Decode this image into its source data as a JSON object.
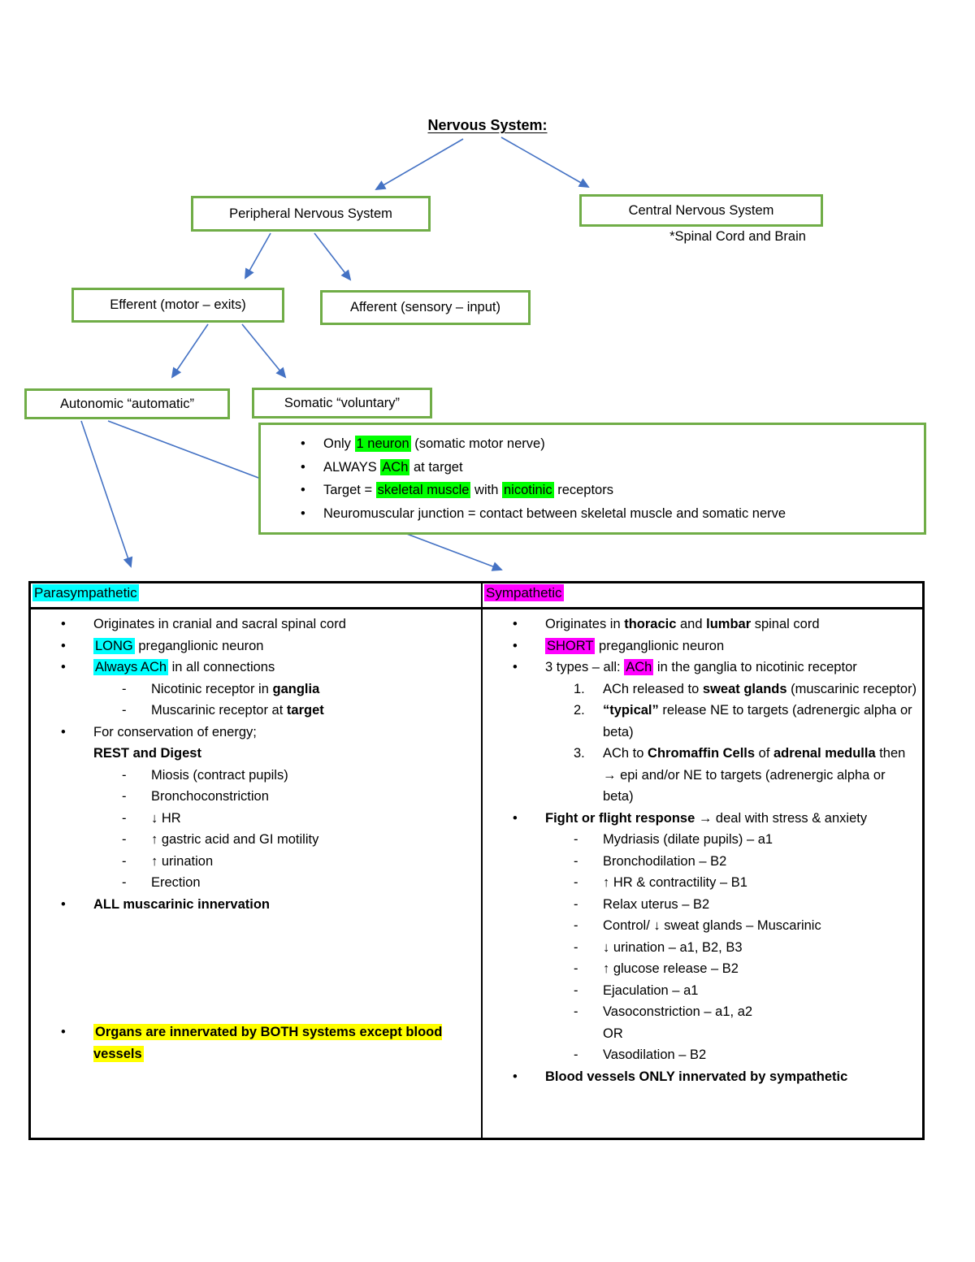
{
  "title": "Nervous System:",
  "colors": {
    "box_border_green": "#70AD47",
    "arrow_blue": "#4472C4",
    "table_border": "#000000",
    "highlight_green": "#00FF00",
    "highlight_cyan": "#00FFFF",
    "highlight_magenta": "#FF00FF",
    "highlight_yellow": "#FFFF00"
  },
  "tree": {
    "peripheral": {
      "label": "Peripheral Nervous System"
    },
    "central": {
      "label": "Central Nervous System",
      "subtitle": "*Spinal Cord and Brain"
    },
    "efferent": {
      "label": "Efferent (motor – exits)"
    },
    "afferent": {
      "label": "Afferent (sensory – input)"
    },
    "autonomic": {
      "label": "Autonomic “automatic”"
    },
    "somatic": {
      "label": "Somatic “voluntary”"
    }
  },
  "somatic_details": {
    "items": [
      {
        "marker": "•",
        "indent": 0,
        "segments": [
          {
            "t": "Only "
          },
          {
            "t": "1 neuron",
            "hl": "green"
          },
          {
            "t": " (somatic motor nerve)"
          }
        ]
      },
      {
        "marker": "•",
        "indent": 0,
        "segments": [
          {
            "t": "ALWAYS "
          },
          {
            "t": "ACh",
            "hl": "green"
          },
          {
            "t": " at target"
          }
        ]
      },
      {
        "marker": "•",
        "indent": 0,
        "segments": [
          {
            "t": "Target = "
          },
          {
            "t": "skeletal muscle",
            "hl": "green"
          },
          {
            "t": " with "
          },
          {
            "t": "nicotinic",
            "hl": "green"
          },
          {
            "t": " receptors"
          }
        ]
      },
      {
        "marker": "•",
        "indent": 0,
        "segments": [
          {
            "t": "Neuromuscular junction = contact between skeletal muscle and somatic nerve"
          }
        ]
      }
    ]
  },
  "comparison_table": {
    "left": {
      "header": "Parasympathetic",
      "items": [
        {
          "marker": "•",
          "indent": 0,
          "segments": [
            {
              "t": "Originates in cranial and sacral spinal cord"
            }
          ]
        },
        {
          "marker": "•",
          "indent": 0,
          "segments": [
            {
              "t": "LONG",
              "hl": "cyan"
            },
            {
              "t": " preganglionic neuron"
            }
          ]
        },
        {
          "marker": "•",
          "indent": 0,
          "segments": [
            {
              "t": "Always ACh",
              "hl": "cyan"
            },
            {
              "t": " in all connections"
            }
          ]
        },
        {
          "marker": "-",
          "indent": 1,
          "segments": [
            {
              "t": "Nicotinic receptor in "
            },
            {
              "t": "ganglia",
              "b": true
            }
          ]
        },
        {
          "marker": "-",
          "indent": 1,
          "segments": [
            {
              "t": "Muscarinic receptor at "
            },
            {
              "t": "target",
              "b": true
            }
          ]
        },
        {
          "marker": "•",
          "indent": 0,
          "segments": [
            {
              "t": "For conservation of energy;"
            }
          ]
        },
        {
          "marker": "",
          "indent": 0,
          "segments": [
            {
              "t": "REST and Digest",
              "b": true
            }
          ]
        },
        {
          "marker": "-",
          "indent": 1,
          "segments": [
            {
              "t": "Miosis (contract pupils)"
            }
          ]
        },
        {
          "marker": "-",
          "indent": 1,
          "segments": [
            {
              "t": "Bronchoconstriction"
            }
          ]
        },
        {
          "marker": "-",
          "indent": 1,
          "segments": [
            {
              "t": "↓ HR"
            }
          ]
        },
        {
          "marker": "-",
          "indent": 1,
          "segments": [
            {
              "t": "↑ gastric acid and GI motility"
            }
          ]
        },
        {
          "marker": "-",
          "indent": 1,
          "segments": [
            {
              "t": "↑ urination"
            }
          ]
        },
        {
          "marker": "-",
          "indent": 1,
          "segments": [
            {
              "t": "Erection"
            }
          ]
        },
        {
          "marker": "•",
          "indent": 0,
          "segments": [
            {
              "t": "ALL muscarinic innervation",
              "b": true
            }
          ]
        },
        {
          "marker": "•",
          "indent": 0,
          "gap": 131,
          "segments": [
            {
              "t": "Organs are innervated by BOTH systems except blood vessels",
              "b": true,
              "hl": "yellow"
            }
          ]
        }
      ]
    },
    "right": {
      "header": "Sympathetic",
      "items": [
        {
          "marker": "•",
          "indent": 0,
          "segments": [
            {
              "t": "Originates in "
            },
            {
              "t": "thoracic",
              "b": true
            },
            {
              "t": " and "
            },
            {
              "t": "lumbar",
              "b": true
            },
            {
              "t": " spinal cord"
            }
          ]
        },
        {
          "marker": "•",
          "indent": 0,
          "segments": [
            {
              "t": "SHORT",
              "hl": "magenta"
            },
            {
              "t": " preganglionic neuron"
            }
          ]
        },
        {
          "marker": "•",
          "indent": 0,
          "segments": [
            {
              "t": "3 types – all: "
            },
            {
              "t": "ACh",
              "hl": "magenta"
            },
            {
              "t": " in the ganglia to nicotinic receptor"
            }
          ]
        },
        {
          "marker": "1.",
          "indent": 1,
          "segments": [
            {
              "t": "ACh released to "
            },
            {
              "t": "sweat glands",
              "b": true
            },
            {
              "t": " (muscarinic receptor)"
            }
          ]
        },
        {
          "marker": "2.",
          "indent": 1,
          "segments": [
            {
              "t": "“typical”",
              "b": true
            },
            {
              "t": " release NE to targets (adrenergic alpha or beta)"
            }
          ]
        },
        {
          "marker": "3.",
          "indent": 1,
          "segments": [
            {
              "t": "ACh to "
            },
            {
              "t": "Chromaffin Cells",
              "b": true
            },
            {
              "t": " of "
            },
            {
              "t": "adrenal medulla",
              "b": true
            },
            {
              "t": " then → epi and/or NE to targets (adrenergic alpha or beta)"
            }
          ]
        },
        {
          "marker": "•",
          "indent": 0,
          "segments": [
            {
              "t": "Fight or flight response",
              "b": true
            },
            {
              "t": " → deal with stress & anxiety"
            }
          ]
        },
        {
          "marker": "-",
          "indent": 1,
          "segments": [
            {
              "t": "Mydriasis (dilate pupils) – a1"
            }
          ]
        },
        {
          "marker": "-",
          "indent": 1,
          "segments": [
            {
              "t": "Bronchodilation – B2"
            }
          ]
        },
        {
          "marker": "-",
          "indent": 1,
          "segments": [
            {
              "t": "↑ HR & contractility – B1"
            }
          ]
        },
        {
          "marker": "-",
          "indent": 1,
          "segments": [
            {
              "t": "Relax uterus – B2"
            }
          ]
        },
        {
          "marker": "-",
          "indent": 1,
          "segments": [
            {
              "t": "Control/ ↓ sweat glands – Muscarinic"
            }
          ]
        },
        {
          "marker": "-",
          "indent": 1,
          "segments": [
            {
              "t": "↓ urination – a1, B2, B3"
            }
          ]
        },
        {
          "marker": "-",
          "indent": 1,
          "segments": [
            {
              "t": "↑ glucose release – B2"
            }
          ]
        },
        {
          "marker": "-",
          "indent": 1,
          "segments": [
            {
              "t": "Ejaculation – a1"
            }
          ]
        },
        {
          "marker": "-",
          "indent": 1,
          "segments": [
            {
              "t": "Vasoconstriction – a1, a2"
            }
          ]
        },
        {
          "marker": "",
          "indent": 1,
          "segments": [
            {
              "t": "OR"
            }
          ]
        },
        {
          "marker": "-",
          "indent": 1,
          "segments": [
            {
              "t": "Vasodilation – B2"
            }
          ]
        },
        {
          "marker": "•",
          "indent": 0,
          "segments": [
            {
              "t": "Blood vessels ONLY innervated by sympathetic",
              "b": true
            }
          ]
        }
      ]
    }
  }
}
